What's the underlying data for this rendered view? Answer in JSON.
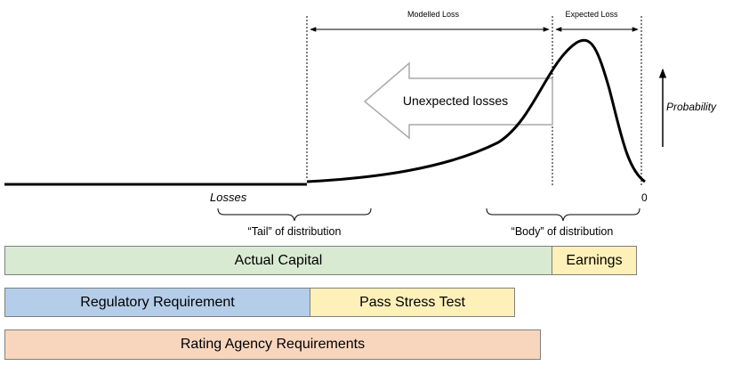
{
  "diagram": {
    "modelled_loss_label": "Modelled Loss",
    "expected_loss_label": "Expected Loss",
    "unexpected_losses_label": "Unexpected losses",
    "probability_label": "Probability",
    "losses_label": "Losses",
    "zero_label": "0",
    "tail_label": "“Tail” of distribution",
    "body_label": "“Body” of distribution"
  },
  "bars": {
    "actual_capital": "Actual Capital",
    "earnings": "Earnings",
    "regulatory_requirement": "Regulatory Requirement",
    "pass_stress_test": "Pass Stress Test",
    "rating_agency_requirements": "Rating Agency Requirements"
  },
  "colors": {
    "actual_capital": "#d9ead3",
    "earnings": "#fdf0b8",
    "regulatory_requirement": "#b4cde9",
    "pass_stress_test": "#fdf0b8",
    "rating_agency_requirements": "#f8d6be"
  }
}
